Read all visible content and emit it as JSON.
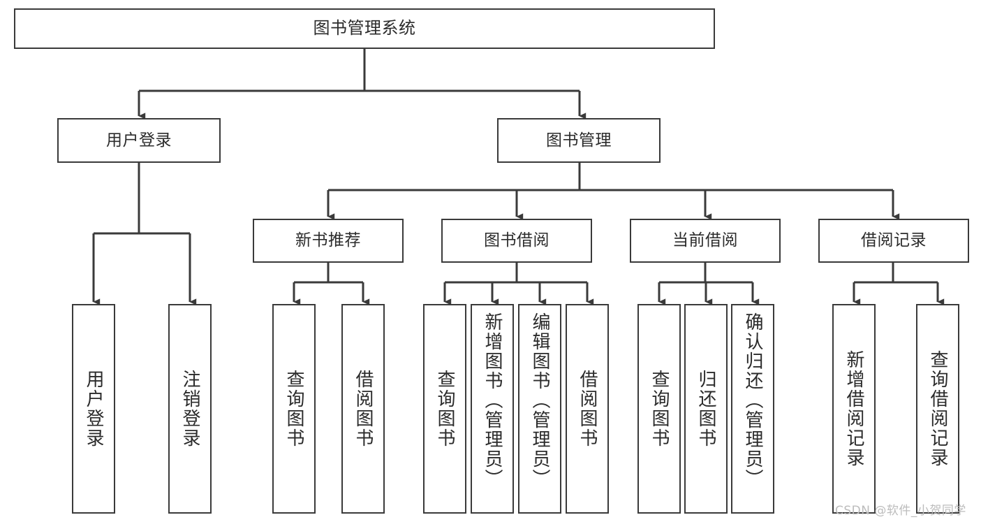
{
  "diagram": {
    "type": "tree-hierarchy",
    "title": "图书管理系统",
    "orientation": "top-down",
    "colors": {
      "box_border": "#3a3a3a",
      "box_fill": "#ffffff",
      "connector": "#3a3a3a",
      "text": "#2b2b2b",
      "watermark": "#bcbcbc",
      "background": "#ffffff"
    },
    "nodes": {
      "root": {
        "id": "root",
        "label": "图书管理系统",
        "level": 0
      },
      "level1": [
        {
          "id": "user-login",
          "label": "用户登录",
          "level": 1
        },
        {
          "id": "book-management",
          "label": "图书管理",
          "level": 1
        }
      ],
      "level2": [
        {
          "id": "new-book-recommend",
          "label": "新书推荐",
          "level": 2,
          "parent": "book-management"
        },
        {
          "id": "book-borrow",
          "label": "图书借阅",
          "level": 2,
          "parent": "book-management"
        },
        {
          "id": "current-borrow",
          "label": "当前借阅",
          "level": 2,
          "parent": "book-management"
        },
        {
          "id": "borrow-record",
          "label": "借阅记录",
          "level": 2,
          "parent": "book-management"
        }
      ],
      "leaves": [
        {
          "id": "leaf-user-login",
          "label": "用户登录",
          "parent": "user-login"
        },
        {
          "id": "leaf-logout-login",
          "label": "注销登录",
          "parent": "user-login"
        },
        {
          "id": "leaf-query-book-1",
          "label": "查询图书",
          "parent": "new-book-recommend"
        },
        {
          "id": "leaf-borrow-book-1",
          "label": "借阅图书",
          "parent": "new-book-recommend"
        },
        {
          "id": "leaf-query-book-2",
          "label": "查询图书",
          "parent": "book-borrow"
        },
        {
          "id": "leaf-add-book",
          "label": "新增图书（管理员）",
          "parent": "book-borrow"
        },
        {
          "id": "leaf-edit-book",
          "label": "编辑图书（管理员）",
          "parent": "book-borrow"
        },
        {
          "id": "leaf-borrow-book-2",
          "label": "借阅图书",
          "parent": "book-borrow"
        },
        {
          "id": "leaf-query-book-3",
          "label": "查询图书",
          "parent": "current-borrow"
        },
        {
          "id": "leaf-return-book",
          "label": "归还图书",
          "parent": "current-borrow"
        },
        {
          "id": "leaf-confirm-return",
          "label": "确认归还（管理员）",
          "parent": "current-borrow"
        },
        {
          "id": "leaf-add-record",
          "label": "新增借阅记录",
          "parent": "borrow-record"
        },
        {
          "id": "leaf-query-record",
          "label": "查询借阅记录",
          "parent": "borrow-record"
        }
      ]
    },
    "edges": [
      {
        "from": "root",
        "to": "user-login"
      },
      {
        "from": "root",
        "to": "book-management"
      },
      {
        "from": "book-management",
        "to": "new-book-recommend"
      },
      {
        "from": "book-management",
        "to": "book-borrow"
      },
      {
        "from": "book-management",
        "to": "current-borrow"
      },
      {
        "from": "book-management",
        "to": "borrow-record"
      },
      {
        "from": "user-login",
        "to": "leaf-user-login"
      },
      {
        "from": "user-login",
        "to": "leaf-logout-login"
      },
      {
        "from": "new-book-recommend",
        "to": "leaf-query-book-1"
      },
      {
        "from": "new-book-recommend",
        "to": "leaf-borrow-book-1"
      },
      {
        "from": "book-borrow",
        "to": "leaf-query-book-2"
      },
      {
        "from": "book-borrow",
        "to": "leaf-add-book"
      },
      {
        "from": "book-borrow",
        "to": "leaf-edit-book"
      },
      {
        "from": "book-borrow",
        "to": "leaf-borrow-book-2"
      },
      {
        "from": "current-borrow",
        "to": "leaf-query-book-3"
      },
      {
        "from": "current-borrow",
        "to": "leaf-return-book"
      },
      {
        "from": "current-borrow",
        "to": "leaf-confirm-return"
      },
      {
        "from": "borrow-record",
        "to": "leaf-add-record"
      },
      {
        "from": "borrow-record",
        "to": "leaf-query-record"
      }
    ]
  },
  "watermark": {
    "text": "CSDN @软件_小贺同学"
  }
}
